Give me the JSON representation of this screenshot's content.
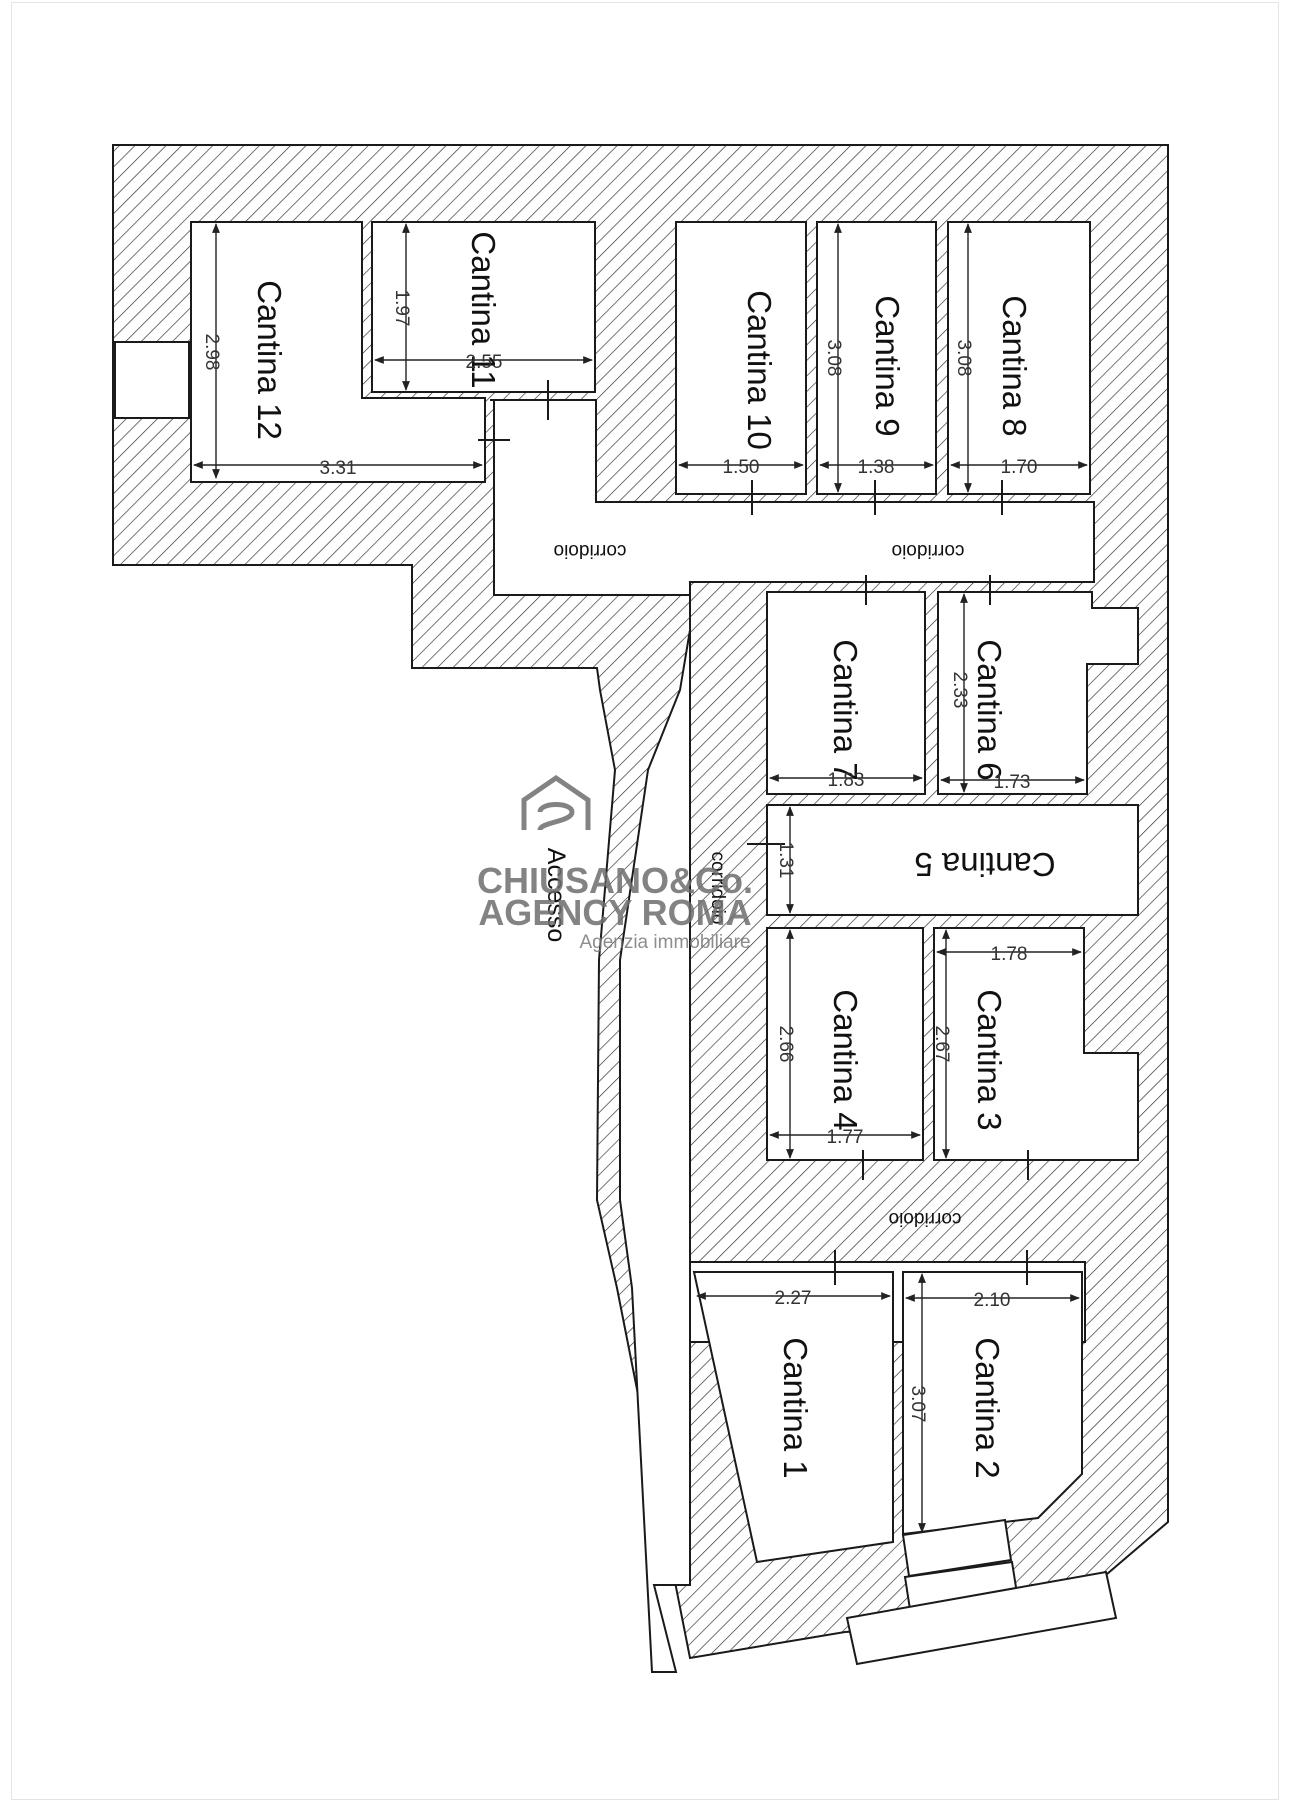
{
  "plan": {
    "rooms": [
      {
        "id": "cantina1",
        "label": "Cantina 1"
      },
      {
        "id": "cantina2",
        "label": "Cantina 2"
      },
      {
        "id": "cantina3",
        "label": "Cantina 3"
      },
      {
        "id": "cantina4",
        "label": "Cantina 4"
      },
      {
        "id": "cantina5",
        "label": "Cantina 5"
      },
      {
        "id": "cantina6",
        "label": "Cantina 6"
      },
      {
        "id": "cantina7",
        "label": "Cantina 7"
      },
      {
        "id": "cantina8",
        "label": "Cantina 8"
      },
      {
        "id": "cantina9",
        "label": "Cantina 9"
      },
      {
        "id": "cantina10",
        "label": "Cantina 10"
      },
      {
        "id": "cantina11",
        "label": "Cantina 11"
      },
      {
        "id": "cantina12",
        "label": "Cantina 12"
      }
    ],
    "corridor_label": "corridoio",
    "access_label": "Accesso",
    "dimensions": {
      "c1_width": "2.27",
      "c2_width": "2.10",
      "c2_depth": "3.07",
      "c3_width": "1.78",
      "c3_depth": "2.67",
      "c4_width": "1.77",
      "c4_depth": "2.66",
      "c5_depth": "1.31",
      "c6_width": "1.73",
      "c6_depth": "2.33",
      "c7_width": "1.83",
      "c8_width": "1.70",
      "c8_depth": "3.08",
      "c9_width": "1.38",
      "c9_depth": "3.08",
      "c10_width": "1.50",
      "c11_width": "2.55",
      "c11_depth": "1.97",
      "c12_width": "3.31",
      "c12_depth": "2.98"
    }
  },
  "watermark": {
    "line1": "CHIUSANO&Co.",
    "line2": "AGENCY ROMA",
    "line3": "Agenzia immobiliare"
  },
  "colors": {
    "line": "#1a1a1a",
    "hatch": "#2a2a2a",
    "watermark": "#6e6e6e"
  }
}
